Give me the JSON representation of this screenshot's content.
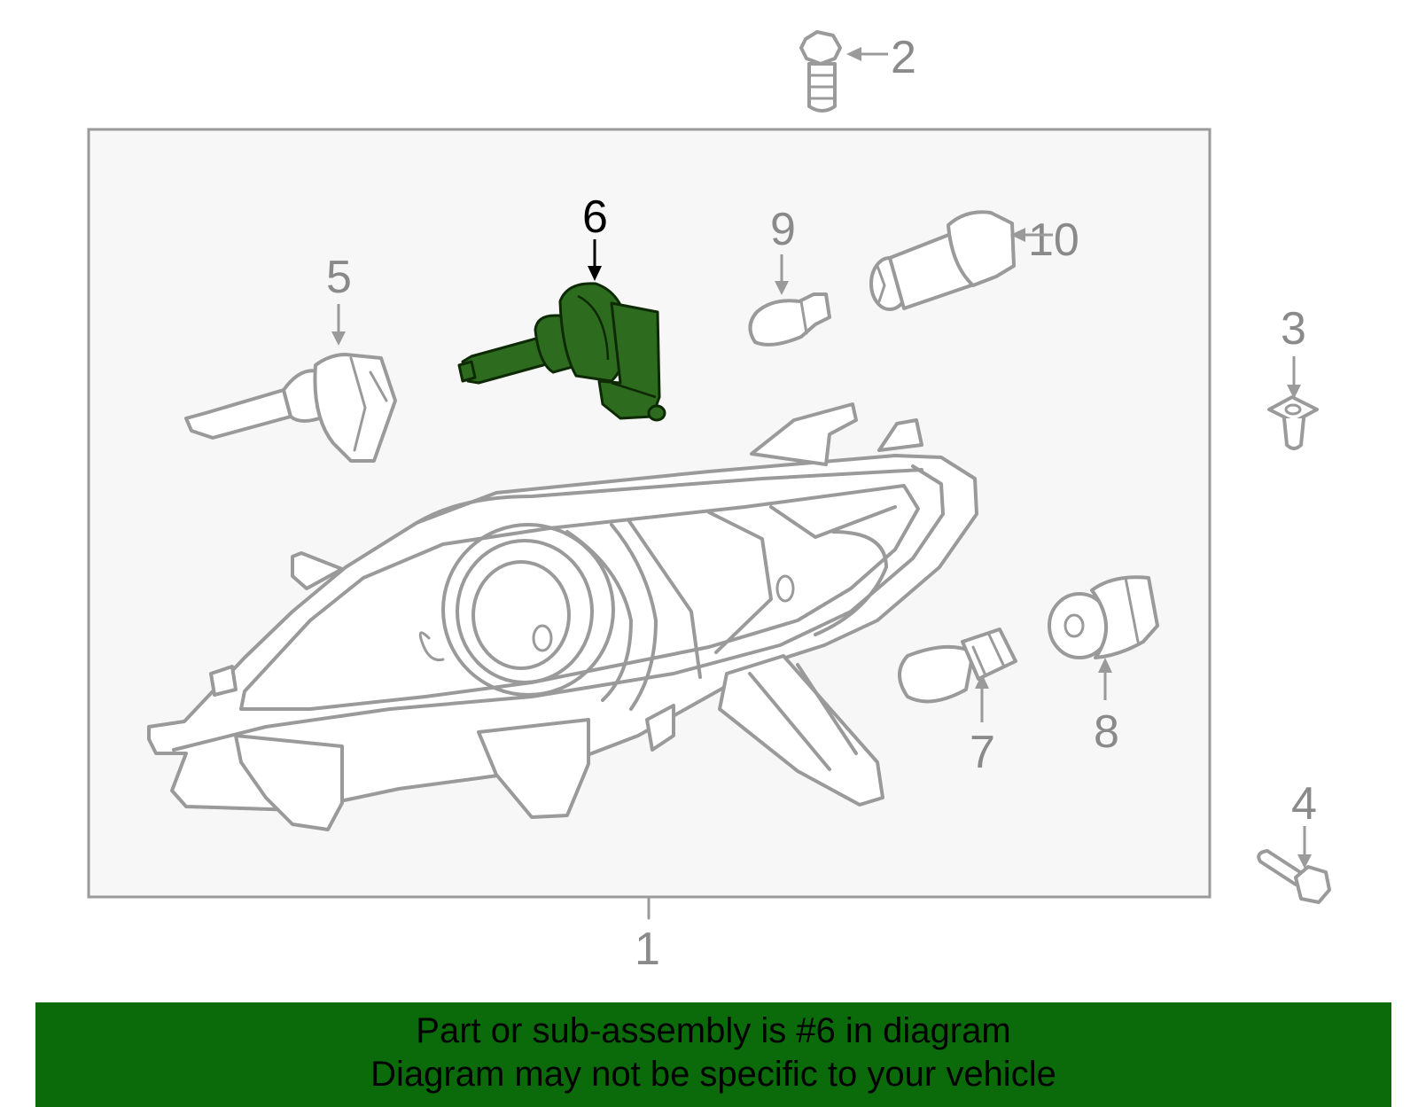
{
  "callouts": {
    "c1": "1",
    "c2": "2",
    "c3": "3",
    "c4": "4",
    "c5": "5",
    "c6": "6",
    "c7": "7",
    "c8": "8",
    "c9": "9",
    "c10": "10"
  },
  "highlight_color": "#2d6b1f",
  "banner": {
    "line1": "Part or sub-assembly is #6 in diagram",
    "line2": "Diagram may not be specific to your vehicle",
    "background": "#0b6b0b"
  }
}
